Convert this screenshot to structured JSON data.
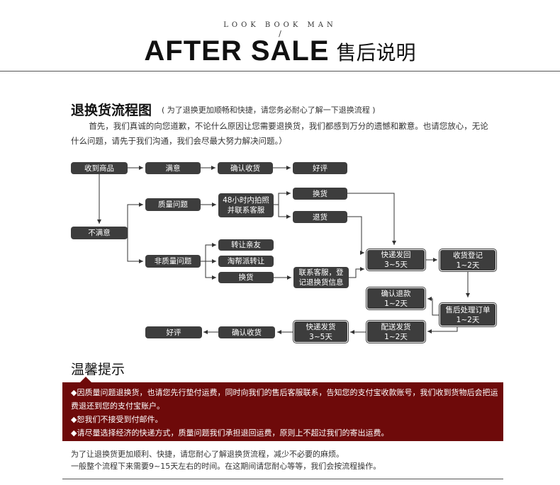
{
  "header": {
    "tagline": "LOOK BOOK MAN",
    "slash": "/",
    "title_en": "AFTER SALE",
    "title_cn": "售后说明"
  },
  "section": {
    "title": "退换货流程图",
    "note": "( 为了退换更加顺畅和快捷，请您务必耐心了解一下退换流程 )",
    "intro": "首先，我们真诚的向您道歉，不论什么原因让您需要退换货，我们都感到万分的遗憾和歉意。也请您放心，无论什么问题，请先于我们沟通，我们会尽最大努力解决问题。）"
  },
  "flow": {
    "received": "收到商品",
    "satisfied": "满意",
    "confirm_receipt_top": "确认收货",
    "good_review_top": "好评",
    "unsatisfied": "不满意",
    "quality_issue": "质量问题",
    "photo_contact": "48小时内拍照\n并联系客服",
    "exchange_top": "换货",
    "return": "退货",
    "non_quality_issue": "非质量问题",
    "transfer_friend": "转让亲友",
    "taobao_resell": "淘帮派转让",
    "exchange_mid": "换货",
    "contact_register": "联系客服，登\n记退换货信息",
    "express_ship": "快递发回\n3~5天",
    "receipt_register": "收货登记\n1~2天",
    "after_sale_order": "售后处理订单\n1~2天",
    "confirm_refund": "确认退款\n1~2天",
    "dispatch": "配送发货\n1~2天",
    "express_deliver": "快递发货\n3~5天",
    "confirm_receipt_bottom": "确认收货",
    "good_review_bottom": "好评"
  },
  "tips": {
    "title": "温馨提示",
    "line1": "◆因质量问题退换货，也请您先行垫付运费，同时向我们的售后客服联系，告知您的支付宝收款账号，我们收到货物后会把运费退还到您的支付宝账户。",
    "line2": "◆恕我们不接受到付邮件。",
    "line3": "◆请尽量选择经济的快递方式，质量问题我们承担退回运费，原则上不超过我们的寄出运费。"
  },
  "footer": {
    "line1": "为了让退换货更加顺利、快捷，请您耐心了解退换货流程，减少不必要的麻烦。",
    "line2": "一般整个流程下来需要9~15天左右的时间。在这期间请您耐心等等，我们会按流程操作。"
  },
  "colors": {
    "node_bg": "#3d3d3d",
    "tips_bg": "#6e0a0a",
    "text": "#222222"
  }
}
